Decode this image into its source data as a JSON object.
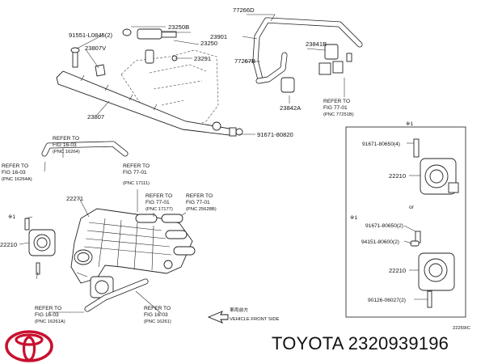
{
  "callouts": {
    "c23266D": "77266D",
    "c23250B": "23250B",
    "c23250": "23250",
    "c23901": "23901",
    "c91551": "91551-L0845(2)",
    "c23807V": "23807V",
    "c23291": "23291",
    "c77267B": "77267B",
    "c23841B": "23841B",
    "c23807": "23807",
    "c23842A": "23842A",
    "c91671a": "91671-80820",
    "c22271": "22271",
    "c22210a": "22210",
    "c91671b": "91671-80650(4)",
    "c22210b": "22210",
    "c91671c": "91671-80650(2)",
    "c94151": "94151-80600(2)",
    "c22210c": "22210",
    "c90126": "90126-06027(2)",
    "note_mark1": "※1",
    "note_mark2": "※1",
    "note_mark3": "※1",
    "or_text": "or",
    "diagram_id": "22259IC"
  },
  "refs": [
    {
      "l1": "REFER TO",
      "l2": "FIG 77-01",
      "l3": "(PNC 77251B)"
    },
    {
      "l1": "REFER TO",
      "l2": "FIG 16-03",
      "l3": "(PNC 16264)"
    },
    {
      "l1": "REFER TO",
      "l2": "FIG 16-03",
      "l3": "(PNC 16264A)"
    },
    {
      "l1": "REFER TO",
      "l2": "FIG 77-01",
      "l3": "(PNC 17111)"
    },
    {
      "l1": "REFER TO",
      "l2": "FIG 77-01",
      "l3": "(PNC 17177)"
    },
    {
      "l1": "REFER TO",
      "l2": "FIG 77-01",
      "l3": "(PNC 25628B)"
    },
    {
      "l1": "REFER TO",
      "l2": "FIG 16-03",
      "l3": "(PNC 16261A)"
    },
    {
      "l1": "REFER TO",
      "l2": "FIG 16-03",
      "l3": "(PNC 16261)"
    }
  ],
  "front": {
    "jp": "車両前方",
    "en": "VEHICLE FRONT SIDE"
  },
  "brand": {
    "text": "TOYOTA 2320939196"
  }
}
